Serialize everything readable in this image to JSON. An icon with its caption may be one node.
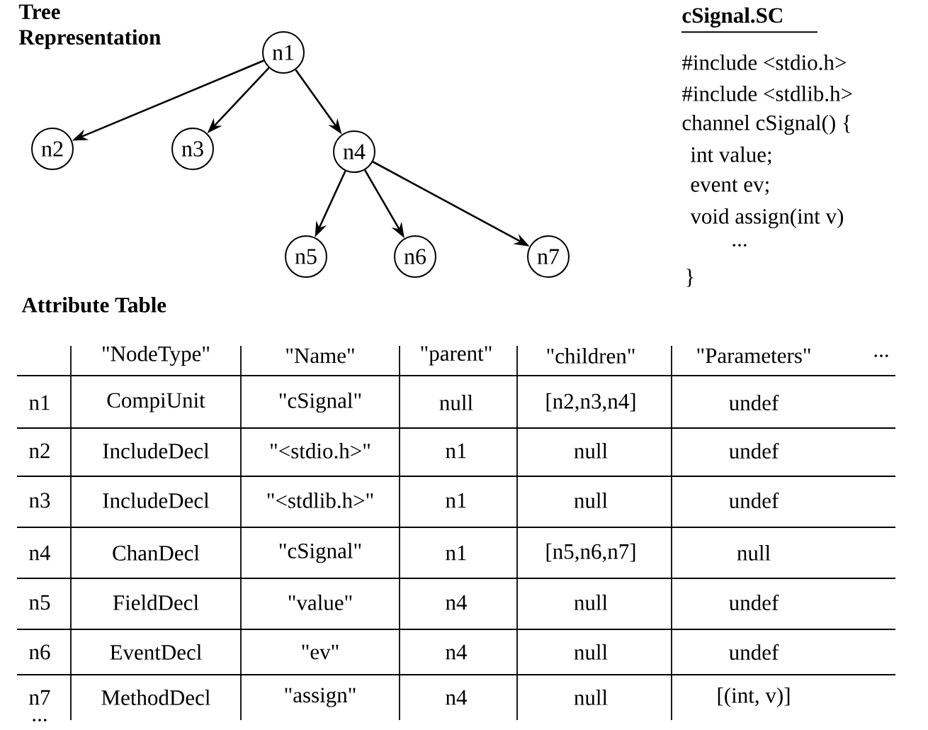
{
  "diagram": {
    "nodes": [
      {
        "text": [
          "n1"
        ]
      },
      {
        "text": [
          "n2"
        ]
      },
      {
        "text": [
          "n3"
        ]
      },
      {
        "text": [
          "n4"
        ]
      },
      {
        "text": [
          "n5"
        ]
      },
      {
        "text": [
          "n6"
        ]
      },
      {
        "text": [
          "n7"
        ]
      }
    ],
    "edges": [
      {
        "from": 0,
        "to": 1,
        "arrow": "to"
      },
      {
        "from": 0,
        "to": 2,
        "arrow": "to"
      },
      {
        "from": 0,
        "to": 3,
        "arrow": "to"
      },
      {
        "from": 3,
        "to": 4,
        "arrow": "to"
      },
      {
        "from": 3,
        "to": 5,
        "arrow": "to"
      },
      {
        "from": 3,
        "to": 6,
        "arrow": "to"
      }
    ],
    "labels": [
      "Tree Representation",
      "cSignal.SC",
      "#include <stdio.h>",
      "#include <stdlib.h>",
      "channel cSignal() {",
      "int value;",
      "event ev;",
      "void assign(int v)",
      "...",
      "}",
      "Attribute Table",
      "\"NodeType\"",
      "\"Name\"",
      "\"parent\"",
      "\"children\"",
      "\"Parameters\"",
      "...",
      "n1",
      "CompiUnit",
      "\"cSignal\"",
      "null",
      "[n2,n3,n4]",
      "undef",
      "n2",
      "IncludeDecl",
      "\"<stdio.h>\"",
      "n1",
      "null",
      "undef",
      "n3",
      "IncludeDecl",
      "\"<stdlib.h>\"",
      "n1",
      "null",
      "undef",
      "n4",
      "ChanDecl",
      "\"cSignal\"",
      "n1",
      "[n5,n6,n7]",
      "null",
      "n5",
      "FieldDecl",
      "\"value\"",
      "n4",
      "null",
      "undef",
      "n6",
      "EventDecl",
      "\"ev\"",
      "n4",
      "null",
      "undef",
      "n7",
      "MethodDecl",
      "\"assign\"",
      "n4",
      "null",
      "[(int, v)]",
      "..."
    ]
  }
}
